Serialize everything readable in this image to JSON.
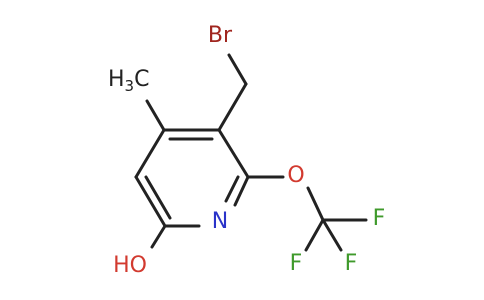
{
  "molecule": {
    "atoms": {
      "br": {
        "text": "Br",
        "color": "#a0251e"
      },
      "methyl": {
        "h": "H",
        "sub": "3",
        "c": "C",
        "color": "#222222"
      },
      "n": {
        "text": "N",
        "color": "#2a33c9"
      },
      "o_ether": {
        "text": "O",
        "color": "#d23a2f"
      },
      "f1": {
        "text": "F",
        "color": "#3f9a2b"
      },
      "f2": {
        "text": "F",
        "color": "#3f9a2b"
      },
      "f3": {
        "text": "F",
        "color": "#3f9a2b"
      },
      "oh": {
        "text": "HO",
        "color": "#d23a2f"
      }
    },
    "bond_color": "#222222"
  }
}
